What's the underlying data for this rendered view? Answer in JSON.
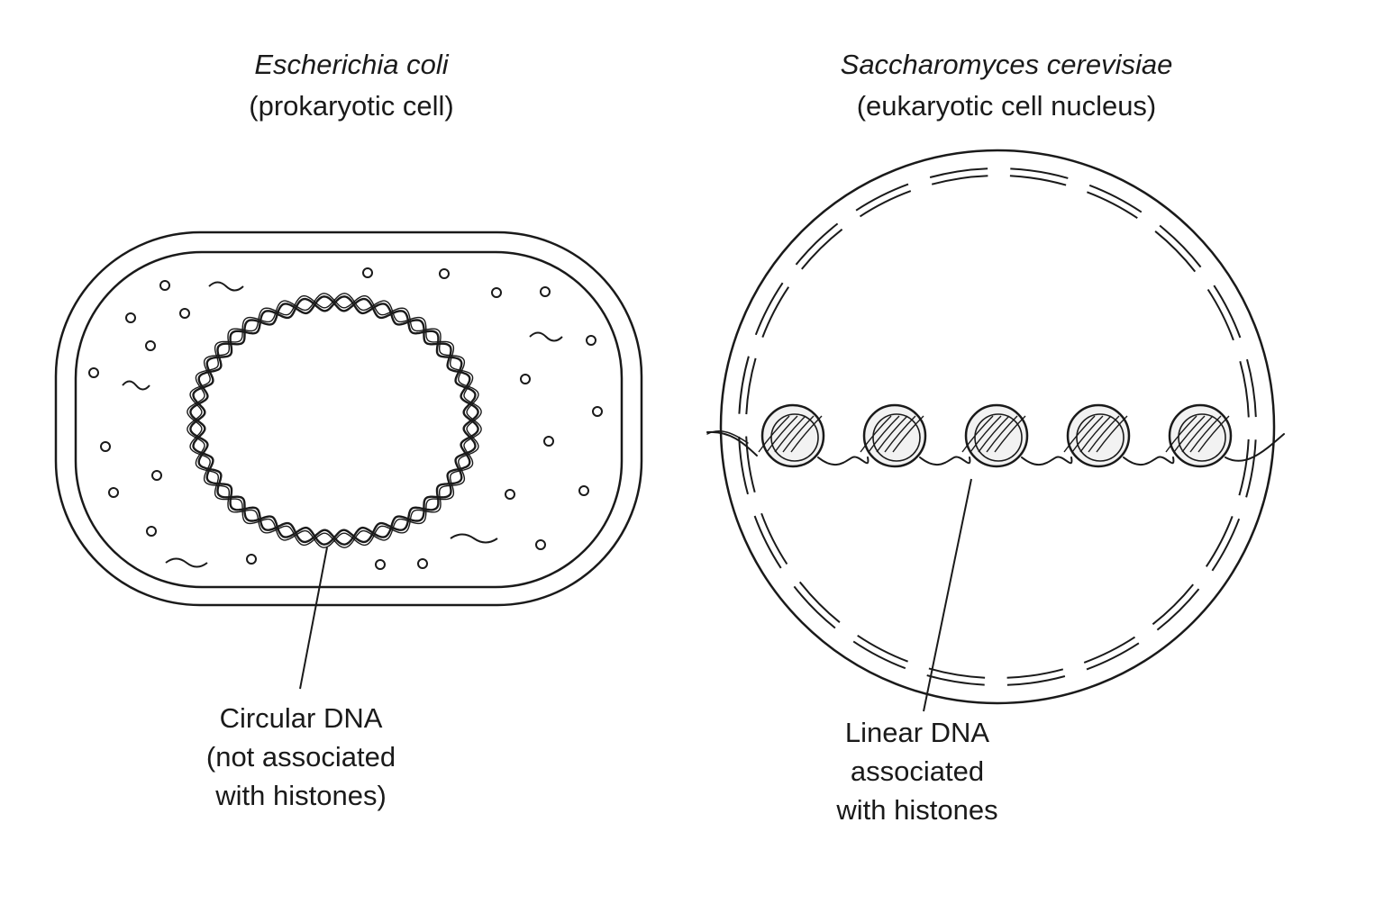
{
  "prokaryote": {
    "species": "Escherichia coli",
    "subtitle": "(prokaryotic cell)",
    "label": {
      "line1": "Circular DNA",
      "line2": "(not associated",
      "line3": "with histones)"
    }
  },
  "eukaryote": {
    "species": "Saccharomyces cerevisiae",
    "subtitle": "(eukaryotic cell nucleus)",
    "label": {
      "line1": "Linear DNA",
      "line2": "associated",
      "line3": "with histones"
    },
    "nucleosome_count": 5
  },
  "colors": {
    "stroke": "#1a1a1a",
    "background": "#ffffff",
    "histone_fill": "#f2f2f2"
  }
}
